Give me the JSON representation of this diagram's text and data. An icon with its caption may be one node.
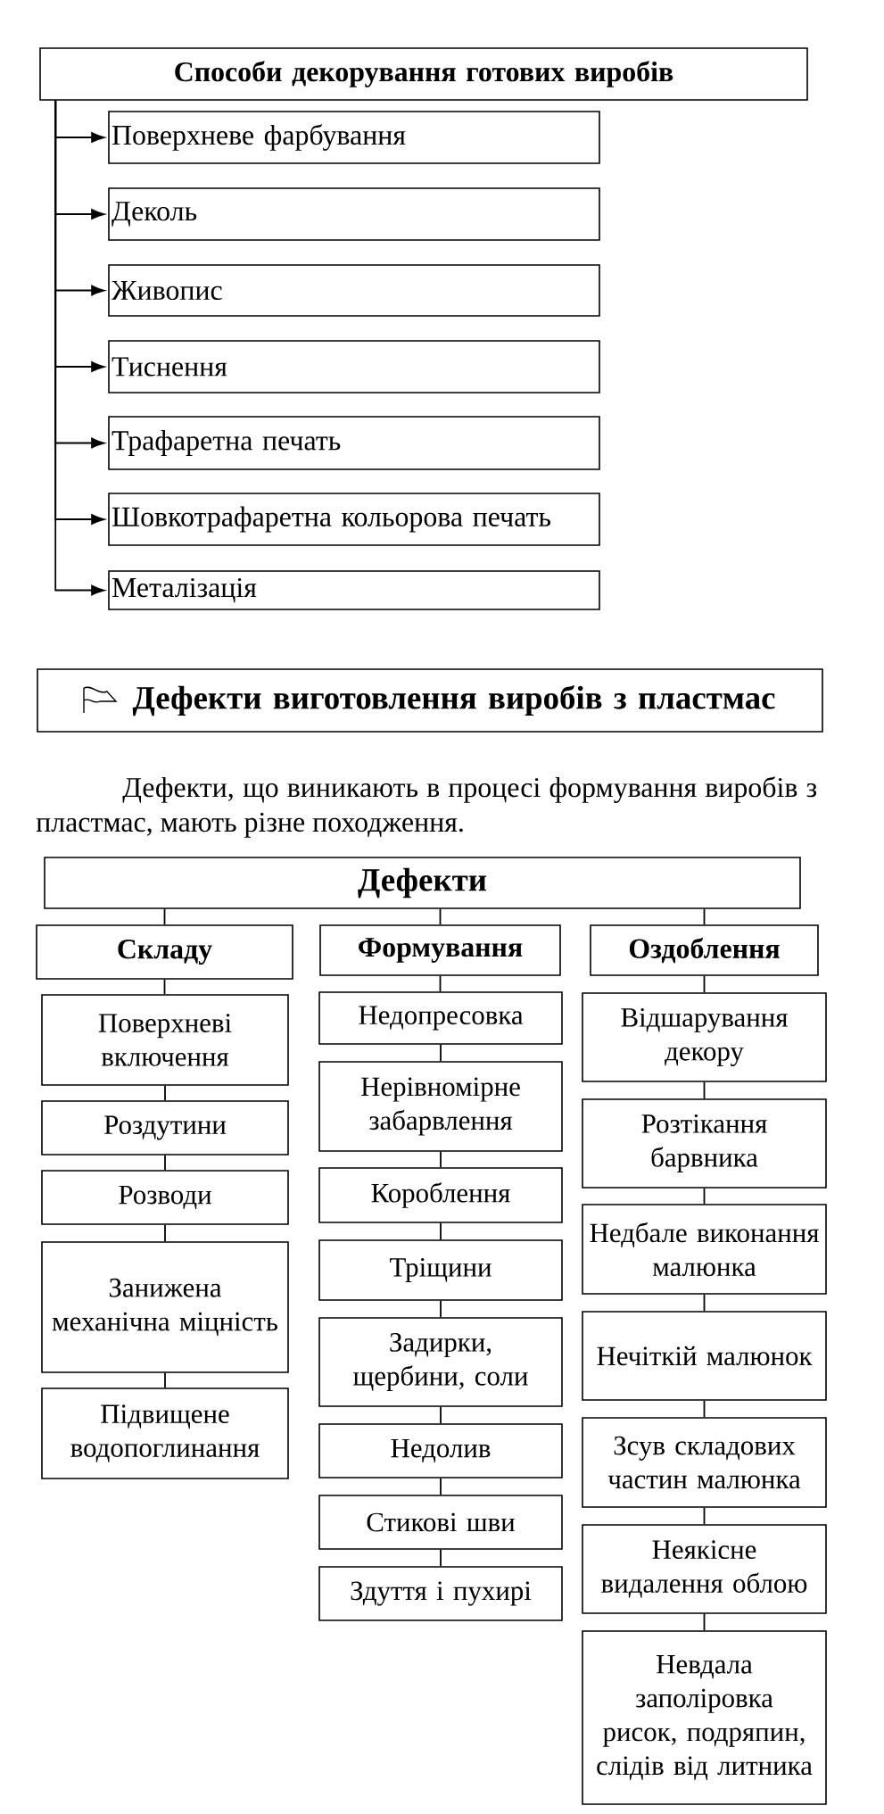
{
  "diagram": {
    "nodes": [
      {
        "text": [
          "Способи декорування готових виробів"
        ]
      },
      {
        "text": [
          "Поверхневе фарбування"
        ]
      },
      {
        "text": [
          "Деколь"
        ]
      },
      {
        "text": [
          "Живопис"
        ]
      },
      {
        "text": [
          "Тиснення"
        ]
      },
      {
        "text": [
          "Трафаретна печать"
        ]
      },
      {
        "text": [
          "Шовкотрафаретна кольорова печать"
        ]
      },
      {
        "text": [
          "Металізація"
        ]
      },
      {
        "text": [
          "Дефекти виготовлення виробів з пластмас"
        ]
      },
      {
        "text": [
          "Дефекти"
        ]
      },
      {
        "text": [
          "Складу"
        ]
      },
      {
        "text": [
          "Формування"
        ]
      },
      {
        "text": [
          "Оздоблення"
        ]
      },
      {
        "text": [
          "Поверхневі включення"
        ]
      },
      {
        "text": [
          "Роздутини"
        ]
      },
      {
        "text": [
          "Розводи"
        ]
      },
      {
        "text": [
          "Занижена механічна міцність"
        ]
      },
      {
        "text": [
          "Підвищене водопоглинання"
        ]
      },
      {
        "text": [
          "Недопресовка"
        ]
      },
      {
        "text": [
          "Нерівномірне забарвлення"
        ]
      },
      {
        "text": [
          "Короблення"
        ]
      },
      {
        "text": [
          "Тріщини"
        ]
      },
      {
        "text": [
          "Задирки, щербини, соли"
        ]
      },
      {
        "text": [
          "Недолив"
        ]
      },
      {
        "text": [
          "Стикові шви"
        ]
      },
      {
        "text": [
          "Здуття і пухирі"
        ]
      },
      {
        "text": [
          "Відшарування декору"
        ]
      },
      {
        "text": [
          "Розтікання барвника"
        ]
      },
      {
        "text": [
          "Недбале виконання малюнка"
        ]
      },
      {
        "text": [
          "Нечіткій малюнок"
        ]
      },
      {
        "text": [
          "Зсув складових частин малюнка"
        ]
      },
      {
        "text": [
          "Неякісне видалення облою"
        ]
      },
      {
        "text": [
          "Невдала заполіровка рисок, подряпин, слідів від литника"
        ]
      }
    ],
    "edges": [
      {
        "from": 0,
        "to": 1,
        "arrow": "to"
      },
      {
        "from": 0,
        "to": 2,
        "arrow": "to"
      },
      {
        "from": 0,
        "to": 3,
        "arrow": "to"
      },
      {
        "from": 0,
        "to": 4,
        "arrow": "to"
      },
      {
        "from": 0,
        "to": 5,
        "arrow": "to"
      },
      {
        "from": 0,
        "to": 6,
        "arrow": "to"
      },
      {
        "from": 0,
        "to": 7,
        "arrow": "to"
      },
      {
        "from": 9,
        "to": 10,
        "arrow": "none"
      },
      {
        "from": 9,
        "to": 11,
        "arrow": "none"
      },
      {
        "from": 9,
        "to": 12,
        "arrow": "none"
      },
      {
        "from": 10,
        "to": 13,
        "arrow": "none"
      },
      {
        "from": 13,
        "to": 14,
        "arrow": "none"
      },
      {
        "from": 14,
        "to": 15,
        "arrow": "none"
      },
      {
        "from": 15,
        "to": 16,
        "arrow": "none"
      },
      {
        "from": 16,
        "to": 17,
        "arrow": "none"
      },
      {
        "from": 11,
        "to": 18,
        "arrow": "none"
      },
      {
        "from": 18,
        "to": 19,
        "arrow": "none"
      },
      {
        "from": 19,
        "to": 20,
        "arrow": "none"
      },
      {
        "from": 20,
        "to": 21,
        "arrow": "none"
      },
      {
        "from": 21,
        "to": 22,
        "arrow": "none"
      },
      {
        "from": 22,
        "to": 23,
        "arrow": "none"
      },
      {
        "from": 23,
        "to": 24,
        "arrow": "none"
      },
      {
        "from": 24,
        "to": 25,
        "arrow": "none"
      },
      {
        "from": 12,
        "to": 26,
        "arrow": "none"
      },
      {
        "from": 26,
        "to": 27,
        "arrow": "none"
      },
      {
        "from": 27,
        "to": 28,
        "arrow": "none"
      },
      {
        "from": 28,
        "to": 29,
        "arrow": "none"
      },
      {
        "from": 29,
        "to": 30,
        "arrow": "none"
      },
      {
        "from": 30,
        "to": 31,
        "arrow": "none"
      },
      {
        "from": 31,
        "to": 32,
        "arrow": "none"
      }
    ],
    "labels": [
      "Дефекти, що виникають в процесі формування виробів з пластмас, мають різне походження."
    ]
  }
}
